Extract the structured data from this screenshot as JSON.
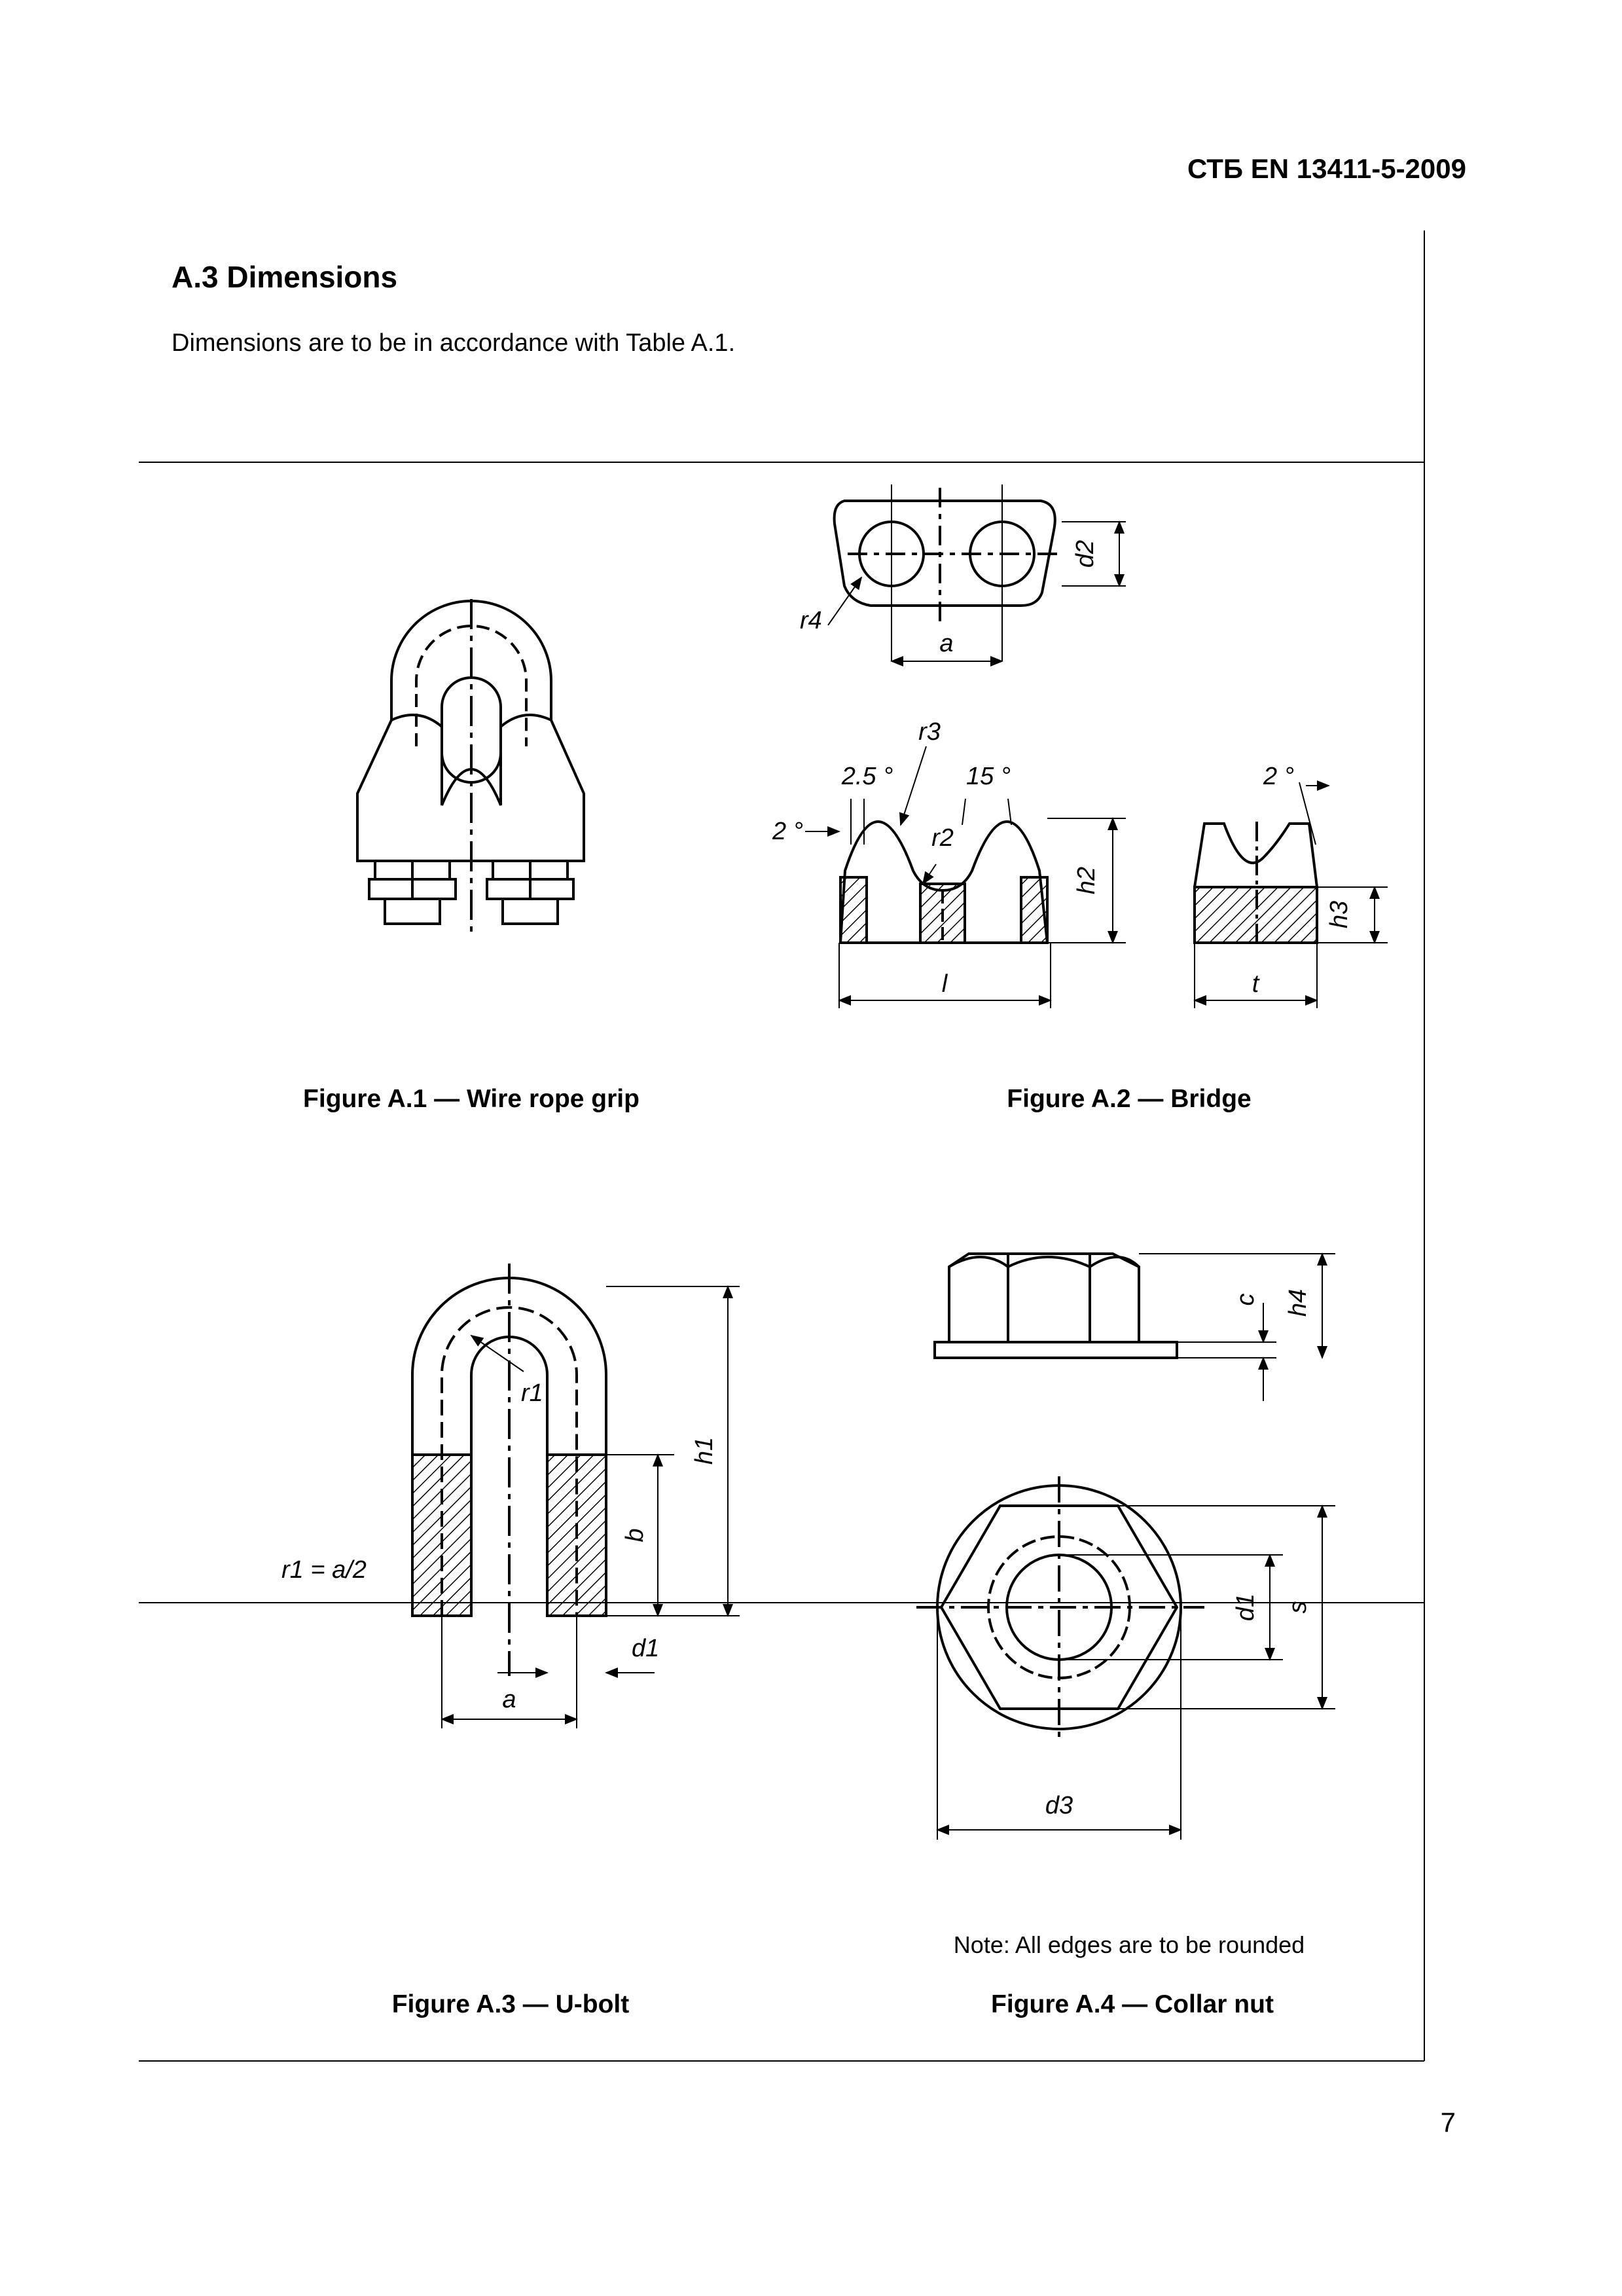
{
  "header": {
    "standard_code": "СТБ EN 13411-5-2009"
  },
  "section": {
    "title": "A.3 Dimensions",
    "body": "Dimensions are to be in accordance with Table A.1."
  },
  "figures": [
    {
      "caption": "Figure A.1 — Wire rope grip"
    },
    {
      "caption": "Figure A.2 — Bridge",
      "labels": [
        "d2",
        "r4",
        "a",
        "r3",
        "2.5 °",
        "15 °",
        "2 °",
        "r2",
        "h2",
        "l",
        "2 °",
        "h3",
        "t"
      ]
    },
    {
      "caption": "Figure A.3 — U-bolt",
      "labels": [
        "r1",
        "h1",
        "b",
        "r1 = a/2",
        "d1",
        "a"
      ]
    },
    {
      "caption": "Figure A.4 — Collar nut",
      "labels": [
        "c",
        "h4",
        "d1",
        "s",
        "d3"
      ],
      "note": "Note: All edges are to be rounded"
    }
  ],
  "footer": {
    "page_number": "7"
  }
}
